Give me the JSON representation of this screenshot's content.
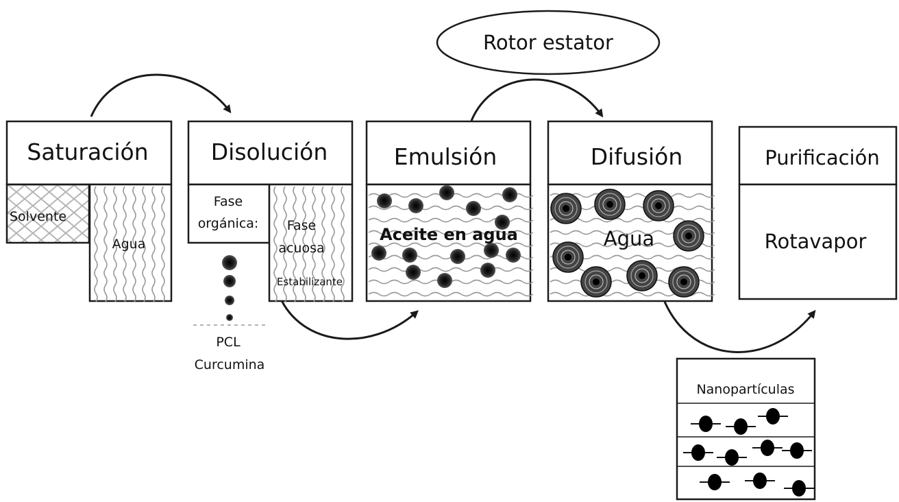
{
  "steps": [
    {
      "title": "Saturación"
    },
    {
      "title": "Disolución"
    },
    {
      "title": "Emulsión"
    },
    {
      "title": "Difusión"
    },
    {
      "title": "Purificación"
    }
  ],
  "saturacion": {
    "solvent_label": "Solvente",
    "water_label": "Agua"
  },
  "disolucion": {
    "organic_line1": "Fase",
    "organic_line2": "orgánica:",
    "aqueous_line1": "Fase",
    "aqueous_line2": "acuosa",
    "stabilizer": "Estabilizante",
    "solute_line1": "PCL",
    "solute_line2": "Curcumina"
  },
  "emulsion": {
    "label": "Aceite en agua"
  },
  "difusion": {
    "label": "Agua"
  },
  "purificacion": {
    "label": "Rotavapor"
  },
  "rotor": {
    "label": "Rotor estator"
  },
  "nanoparticles": {
    "label": "Nanopartículas"
  },
  "colors": {
    "ink": "#111111",
    "wave": "#9a9a9a"
  }
}
